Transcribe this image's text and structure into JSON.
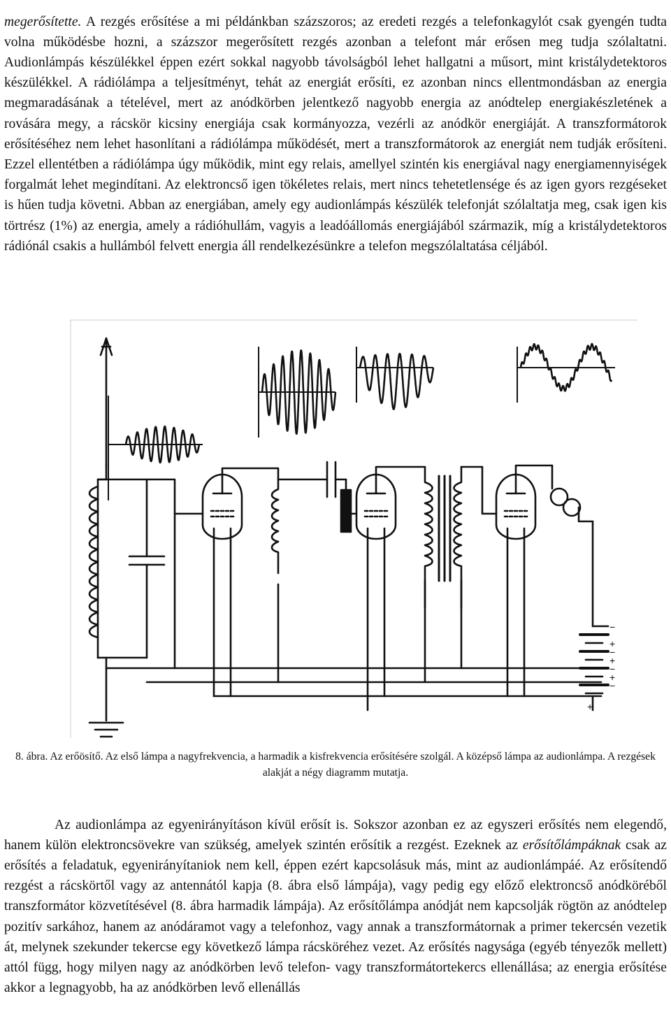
{
  "paragraph1": {
    "lead_italic": "megerősítette.",
    "text": " A rezgés erősítése a mi példánkban százszoros; az eredeti rezgés a telefonkagylót csak gyengén tudta volna működésbe hozni, a százszor megerősített rezgés azonban a telefont már erősen meg tudja szólaltatni. Audionlámpás készülékkel éppen ezért sokkal nagyobb távolságból lehet hallgatni a műsort, mint kristálydetektoros készülékkel. A rádiólámpa a teljesítményt, tehát az energiát erősíti, ez azonban nincs ellentmondásban az energia megmaradásának a tételével, mert az anódkörben jelentkező nagyobb energia az anódtelep energiakészletének a rovására megy, a rácskör kicsiny energiája csak kormányozza, vezérli az anódkör energiáját. A transzformátorok erősítéséhez nem lehet hasonlítani a rádiólámpa működését, mert a transzformátorok az energiát nem tudják erősíteni. Ezzel ellentétben a rádiólámpa úgy működik, mint egy relais, amellyel szintén kis energiával nagy energiamennyiségek forgalmát lehet megindítani. Az elektroncső igen tökéletes relais, mert nincs tehetetlensége és az igen gyors rezgéseket is hűen tudja követni. Abban az energiában, amely egy audionlámpás készülék telefonját szólaltatja meg, csak igen kis törtrész (1%) az energia, amely a rádióhullám, vagyis a leadóállomás energiájából származik, míg a kristálydetektoros rádiónál csakis a hullámból felvett energia áll rendelkezésünkre a telefon megszólaltatása céljából."
  },
  "figure": {
    "battery_signs": [
      "−",
      "+",
      "−",
      "+",
      "−",
      "+",
      "−",
      "+"
    ]
  },
  "caption": "8. ábra. Az erőösítő. Az első lámpa a nagyfrekvencia, a harmadik a kisfrekvencia erősítésére szolgál. A középső lámpa az audionlámpa. A rezgések alakját a négy diagramm mutatja.",
  "paragraph2": {
    "part1": "Az audionlámpa az egyenirányításon kívül erősít is. Sokszor azonban ez az egyszeri erősítés nem elegendő, hanem külön elektroncsövekre van szükség, amelyek szintén erősítik a rezgést. Ezeknek az ",
    "italic_term": "erősítőlámpáknak",
    "part2": " csak az erősítés a feladatuk, egyenirányítaniok nem kell, éppen ezért kapcsolásuk más, mint az audionlámpáé. Az erősítendő rezgést a rácskörtől vagy az antennától kapja (8. ábra első lámpája), vagy pedig egy előző elektroncső anódköréből transzformátor közvetítésével (8. ábra harmadik lámpája). Az erősítőlámpa anódját nem kapcsolják rögtön az anódtelep pozitív sarkához, hanem az anódáramot vagy a telefonhoz, vagy annak a transzformátornak a primer tekercsén vezetik át, melynek szekunder tekercse egy következő lámpa rácsköréhez vezet. Az erősítés nagysága (egyéb tényezők mellett) attól függ, hogy milyen nagy az anódkörben levő telefon- vagy transzformátortekercs ellenállása; az energia erősítése akkor a legnagyobb, ha az anódkörben levő ellenállás"
  }
}
